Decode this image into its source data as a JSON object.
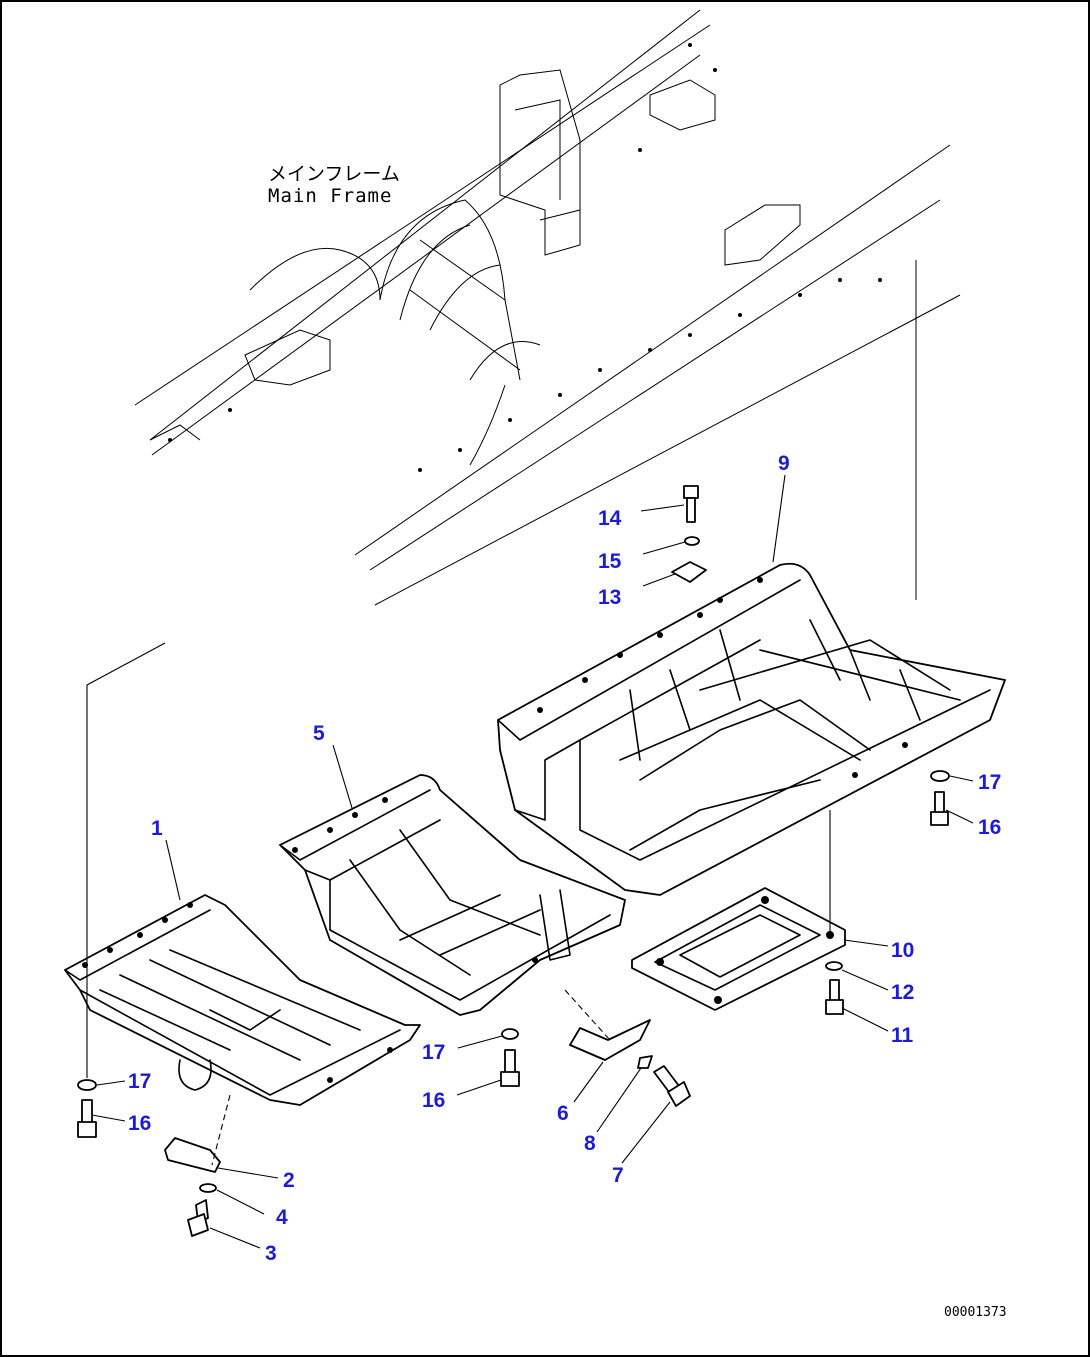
{
  "frame_label": {
    "japanese": "メインフレーム",
    "english": "Main Frame"
  },
  "callouts": {
    "c1": "1",
    "c2": "2",
    "c3": "3",
    "c4": "4",
    "c5": "5",
    "c6": "6",
    "c7": "7",
    "c8": "8",
    "c9": "9",
    "c10": "10",
    "c11": "11",
    "c12": "12",
    "c13": "13",
    "c14": "14",
    "c15": "15",
    "c16a": "16",
    "c16b": "16",
    "c16c": "16",
    "c17a": "17",
    "c17b": "17",
    "c17c": "17"
  },
  "drawing_code": "00001373",
  "colors": {
    "callout": "#1c1cd6",
    "line": "#000000",
    "background": "#ffffff"
  }
}
